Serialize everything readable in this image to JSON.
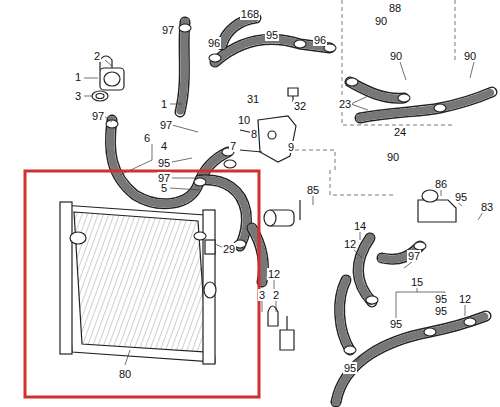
{
  "diagram": {
    "labels": [
      "88",
      "90",
      "168",
      "97",
      "96",
      "95",
      "96",
      "2",
      "1",
      "3",
      "97",
      "1",
      "31",
      "32",
      "90",
      "90",
      "23",
      "24",
      "90",
      "97",
      "10",
      "6",
      "4",
      "8",
      "9",
      "7",
      "95",
      "97",
      "5",
      "85",
      "86",
      "95",
      "83",
      "29",
      "14",
      "12",
      "97",
      "12",
      "3",
      "2",
      "15",
      "95",
      "12",
      "95",
      "95",
      "95",
      "80"
    ]
  }
}
